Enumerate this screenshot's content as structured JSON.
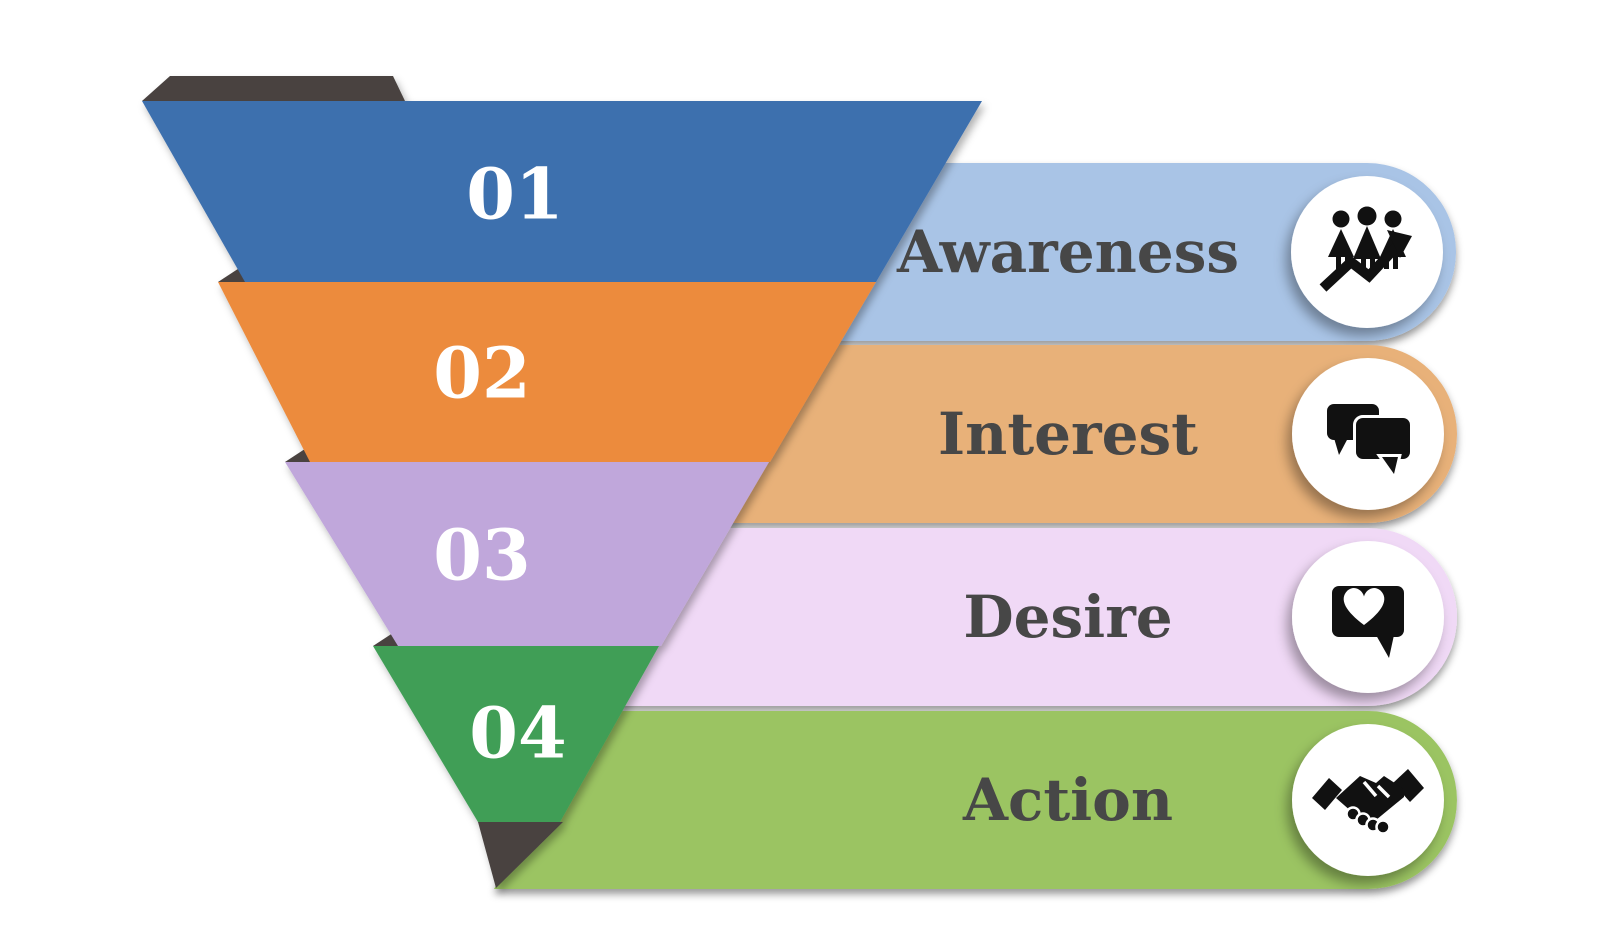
{
  "diagram": {
    "stages": [
      {
        "number": "01",
        "label": "Awareness",
        "icon": "people-growth-icon",
        "funnel_color": "#3d6fae",
        "bar_color": "#a9c4e6"
      },
      {
        "number": "02",
        "label": "Interest",
        "icon": "chat-bubbles-icon",
        "funnel_color": "#ec8b3e",
        "bar_color": "#e8b179"
      },
      {
        "number": "03",
        "label": "Desire",
        "icon": "heart-message-icon",
        "funnel_color": "#c0a7db",
        "bar_color": "#f0d9f6"
      },
      {
        "number": "04",
        "label": "Action",
        "icon": "handshake-icon",
        "funnel_color": "#3f9e57",
        "bar_color": "#9bc462"
      }
    ],
    "colors": {
      "funnel_fold_dark": "#494340",
      "label_text": "#474747",
      "number_text": "#ffffff",
      "icon_circle_fill": "#ffffff",
      "background": "#ffffff"
    }
  }
}
